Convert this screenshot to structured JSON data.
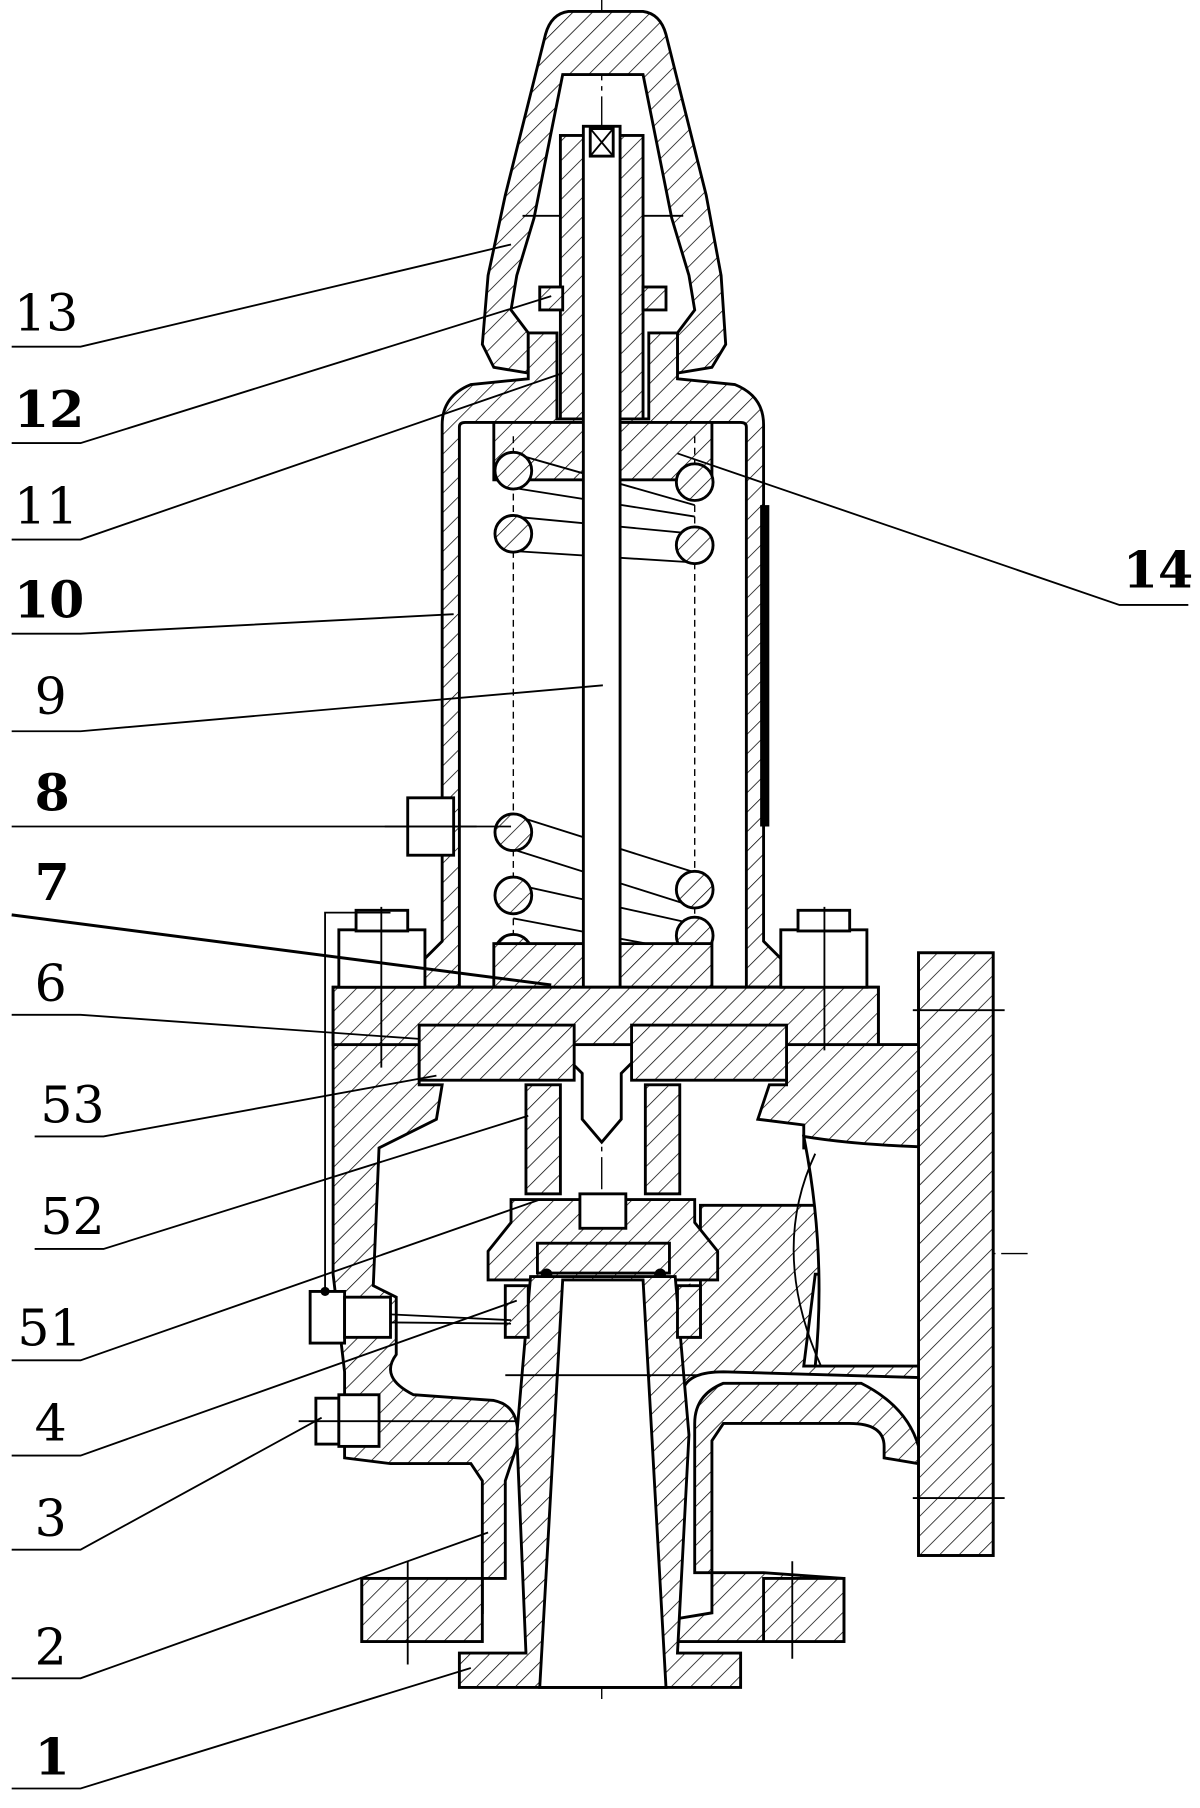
{
  "figure": {
    "title": "Safety valve sectional view",
    "labels": {
      "l13": "13",
      "l12": "12",
      "l11": "11",
      "l10": "10",
      "l9": "9",
      "l8": "8",
      "l7": "7",
      "l6": "6",
      "l53": "53",
      "l52": "52",
      "l51": "51",
      "l4": "4",
      "l3": "3",
      "l2": "2",
      "l1": "1",
      "l14": "14"
    }
  }
}
